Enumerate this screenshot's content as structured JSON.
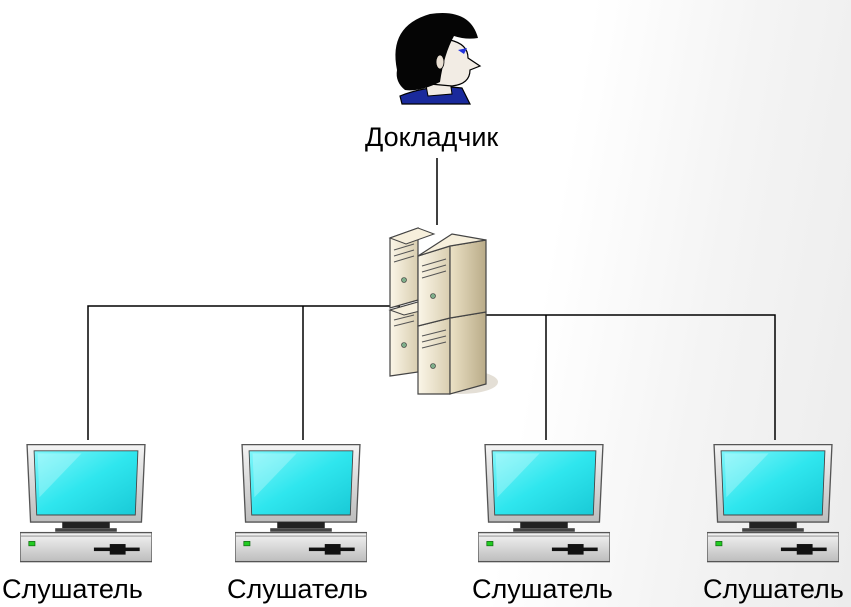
{
  "speaker": {
    "label": "Докладчик",
    "icon": "person-icon"
  },
  "server": {
    "icon": "server-icon"
  },
  "listeners": [
    {
      "label": "Слушатель",
      "icon": "computer-icon"
    },
    {
      "label": "Слушатель",
      "icon": "computer-icon"
    },
    {
      "label": "Слушатель",
      "icon": "computer-icon"
    },
    {
      "label": "Слушатель",
      "icon": "computer-icon"
    }
  ],
  "colors": {
    "screen": "#33e8f0",
    "hair": "#050505",
    "shirt": "#1a2a9c",
    "server_body": "#f3ead5",
    "led": "#22cc22",
    "line": "#000000"
  }
}
